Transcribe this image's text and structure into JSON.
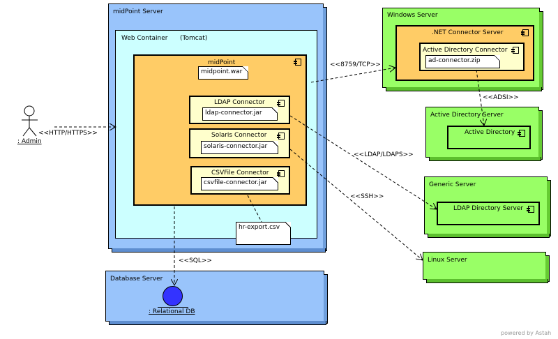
{
  "nodes": {
    "midpoint_server": "midPoint Server",
    "web_container": "Web Container",
    "tomcat": "(Tomcat)",
    "windows_server": "Windows Server",
    "ad_server": "Active Directory Server",
    "generic_server": "Generic Server",
    "linux_server": "Linux Server",
    "database_server": "Database Server"
  },
  "components": {
    "midpoint": "midPoint",
    "ldap_connector": "LDAP Connector",
    "solaris_connector": "Solaris Connector",
    "csvfile_connector": "CSVFile Connector",
    "net_connector_server": ".NET Connector Server",
    "ad_connector": "Active Directory Connector",
    "active_directory": "Active Directory",
    "ldap_directory_server": "LDAP Directory Server"
  },
  "artifacts": {
    "midpoint_war": "midpoint.war",
    "ldap_connector_jar": "ldap-connector.jar",
    "solaris_connector_jar": "solaris-connector.jar",
    "csvfile_connector_jar": "csvfile-connector.jar",
    "ad_connector_zip": "ad-connector.zip",
    "hr_export_csv": "hr-export.csv"
  },
  "actors": {
    "admin": ": Admin",
    "relational_db": ": Relational DB"
  },
  "connections": {
    "http": "<<HTTP/HTTPS>>",
    "tcp": "<<8759/TCP>>",
    "adsi": "<<ADSI>>",
    "ldap": "<<LDAP/LDAPS>>",
    "ssh": "<<SSH>>",
    "sql": "<<SQL>>"
  },
  "watermark": "powered by Astah",
  "colors": {
    "blue_node": "#99c4fb",
    "cyan_container": "#ccffff",
    "orange_component": "#ffcc66",
    "green_node": "#99ff66",
    "cream_component": "#ffffcc",
    "db_ball": "#3333ff"
  }
}
